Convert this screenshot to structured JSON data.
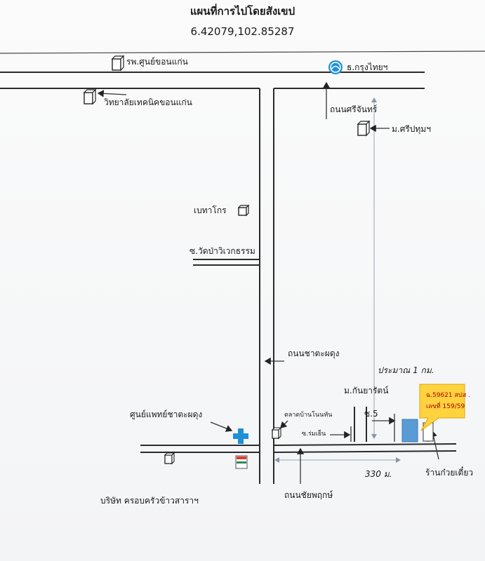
{
  "header": {
    "title": "แผนที่การไปโดยสังเขป",
    "coordinates": "6.42079,102.85287"
  },
  "landmarks": {
    "hospital": "รพ.ศูนย์ขอนแก่น",
    "bank": "ธ.กรุงไทยฯ",
    "college": "วิทยาลัยเทคนิคขอนแก่น",
    "sripatum": "ม.ศรีปทุมฯ",
    "betagro": "เบทาโกร",
    "soi_wat": "ซ.วัดป่าวิเวกธรรม",
    "medical_center": "ศูนย์แพทย์ชาตะผดุง",
    "market": "ตลาดบ้านโนนทัน",
    "soi_romyen": "ซ.ร่มเย็น",
    "soi5": "ซ.5",
    "kanyarat": "ม.กันยารัตน์",
    "noodle_shop": "ร้านก๋วยเตี๋ยว",
    "company": "บริษัท ครอบครัวข้าวสาราฯ"
  },
  "roads": {
    "srichan": "ถนนศรีจันทร์",
    "chatapadung": "ถนนชาตะผดุง",
    "chaiyaphruek": "ถนนชัยพฤกษ์"
  },
  "distances": {
    "vertical": "ประมาณ 1 กม.",
    "horizontal": "330 ม."
  },
  "callout": {
    "line1": "ฉ.59621 สปส .",
    "line2": "เลขที่ 159/59"
  },
  "store_logo": "7",
  "colors": {
    "target_building": "#5b9bd5",
    "callout_fill": "#ffd23f",
    "bank_logo": "#1f8fd6",
    "hospital_cross": "#1f8fd6",
    "seven_green": "#2e8b57",
    "seven_red": "#e03c31",
    "distance_arrow": "#9aa4b2"
  }
}
